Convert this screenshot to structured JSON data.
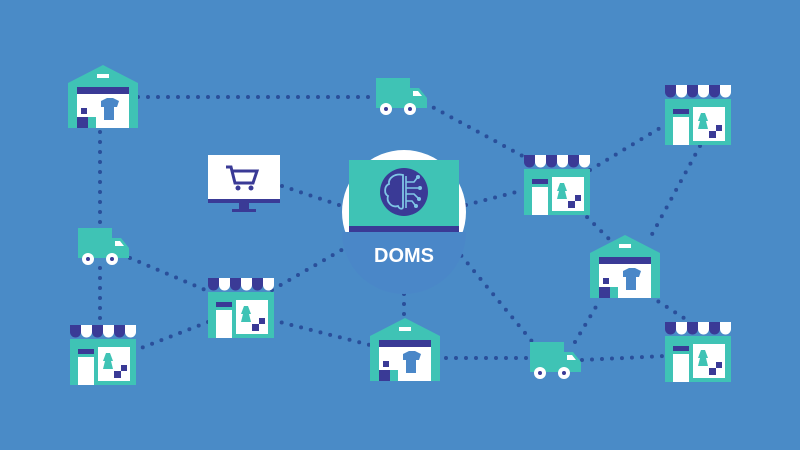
{
  "center": {
    "label": "DOMS",
    "icon": "brain-circuit-icon"
  },
  "colors": {
    "background": "#4a8bc7",
    "teal": "#3fc3b5",
    "dark_blue": "#3a3a96",
    "mid_blue": "#4a87c8",
    "white": "#ffffff",
    "dots": "#2a4f9a"
  },
  "nodes": [
    {
      "type": "warehouse",
      "icon": "warehouse-icon"
    },
    {
      "type": "truck",
      "icon": "truck-icon"
    },
    {
      "type": "store",
      "icon": "store-icon"
    },
    {
      "type": "monitor",
      "icon": "shopping-cart-monitor-icon"
    },
    {
      "type": "store",
      "icon": "store-icon"
    },
    {
      "type": "truck",
      "icon": "truck-icon"
    },
    {
      "type": "warehouse",
      "icon": "warehouse-icon"
    },
    {
      "type": "store",
      "icon": "store-icon"
    },
    {
      "type": "store",
      "icon": "store-icon"
    },
    {
      "type": "warehouse",
      "icon": "warehouse-icon"
    },
    {
      "type": "truck",
      "icon": "truck-icon"
    },
    {
      "type": "store",
      "icon": "store-icon"
    }
  ]
}
